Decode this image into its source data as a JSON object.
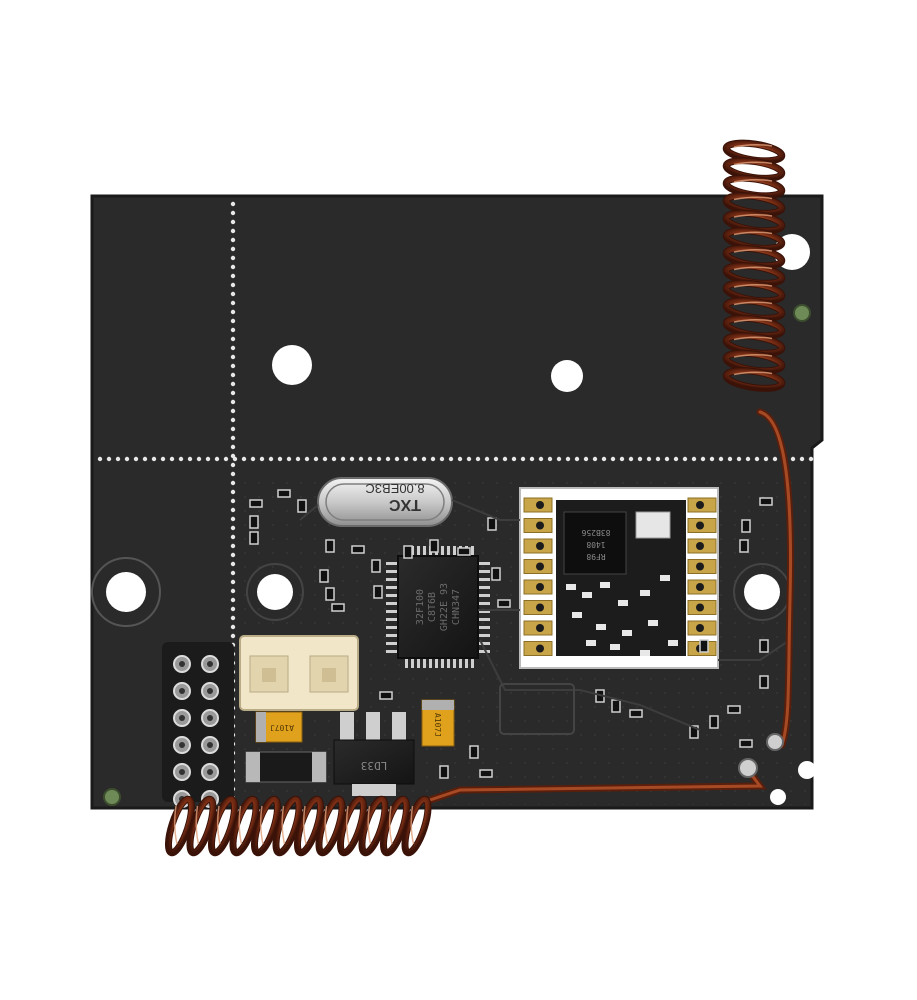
{
  "image": {
    "subject": "Black PCB radio module with two coiled copper antennas",
    "colors": {
      "background": "#ffffff",
      "board": "#2a2a2a",
      "board_edge": "#1c1c1c",
      "silkscreen": "#e8e8e8",
      "copper_coil": "#8a3a1e",
      "gold_pad": "#c9a54a",
      "connector": "#f1e6c8",
      "tantalum": "#e0a21c"
    }
  },
  "markings": {
    "crystal_brand": "TXC",
    "crystal_code": "8.00EB3C",
    "mcu_line1": "32F100",
    "mcu_line2": "C8T6B",
    "mcu_line3": "GH22E 93",
    "mcu_line4": "CHN347",
    "rf_module_line1": "RF98",
    "rf_module_line2": "1408",
    "rf_module_line3": "83B256",
    "tantalum_1": "A107J",
    "tantalum_2": "A107J",
    "regulator": "LD33"
  }
}
